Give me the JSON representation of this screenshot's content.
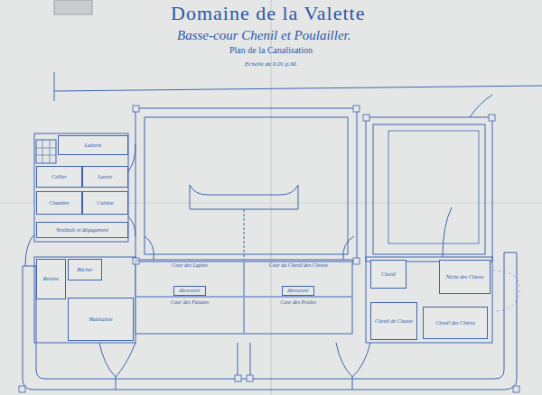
{
  "diagram": {
    "title": "Domaine de la Valette",
    "nodes": [
      {
        "text": [
          "Laiterie"
        ]
      },
      {
        "text": [
          "Cellier"
        ]
      },
      {
        "text": [
          "Lavoir"
        ]
      },
      {
        "text": [
          "Chambre"
        ]
      },
      {
        "text": [
          "Cuisine"
        ]
      },
      {
        "text": [
          "Vestibule et dégagement"
        ]
      },
      {
        "text": [
          "Remise"
        ]
      },
      {
        "text": [
          "Bûcher"
        ]
      },
      {
        "text": [
          "Habitation"
        ]
      },
      {
        "text": [
          "Cour des Lapins"
        ]
      },
      {
        "text": [
          "Abreuvoir"
        ],
        "in": 9
      },
      {
        "text": [
          "Cour du Chenil des Chiens"
        ]
      },
      {
        "text": [
          "Abreuvoir"
        ],
        "in": 11
      },
      {
        "text": [
          "Cour des Faisans"
        ]
      },
      {
        "text": [
          "Cour des Poules"
        ]
      },
      {
        "text": [
          "Chenil"
        ]
      },
      {
        "text": [
          "Niche des Chiens"
        ]
      },
      {
        "text": [
          "Chenil de Chasse"
        ]
      },
      {
        "text": [
          "Chenil des Chiens"
        ]
      }
    ],
    "labels": [
      "Basse-cour Chenil et Poulailler.",
      "Plan de la Canalisation",
      "Echelle de 0.01 p.M."
    ]
  }
}
